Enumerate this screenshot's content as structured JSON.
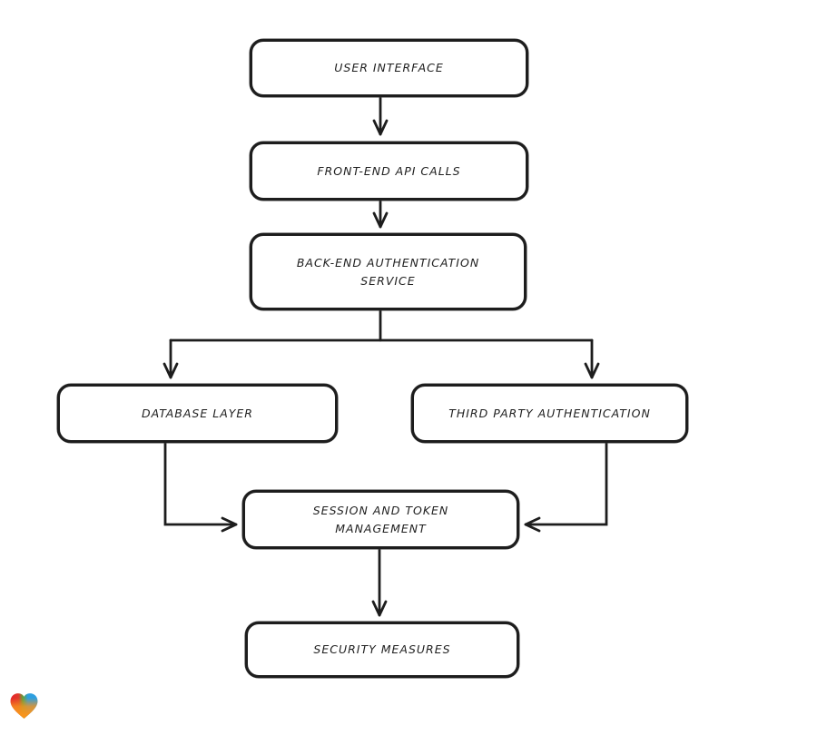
{
  "diagram": {
    "background": "#ffffff",
    "stroke_color": "#1d1d1d",
    "text_color": "#1f1f1f",
    "nodes": [
      {
        "id": "user-interface",
        "label": "USER INTERFACE"
      },
      {
        "id": "front-end-api-calls",
        "label": "FRONT-END API CALLS"
      },
      {
        "id": "back-end-authentication-service",
        "label": "BACK-END AUTHENTICATION SERVICE"
      },
      {
        "id": "database-layer",
        "label": "DATABASE LAYER"
      },
      {
        "id": "third-party-authentication",
        "label": "THIRD PARTY AUTHENTICATION"
      },
      {
        "id": "session-and-token-management",
        "label": "SESSION AND TOKEN MANAGEMENT"
      },
      {
        "id": "security-measures",
        "label": "SECURITY MEASURES"
      }
    ],
    "edges": [
      {
        "from": "user-interface",
        "to": "front-end-api-calls"
      },
      {
        "from": "front-end-api-calls",
        "to": "back-end-authentication-service"
      },
      {
        "from": "back-end-authentication-service",
        "to": "database-layer"
      },
      {
        "from": "back-end-authentication-service",
        "to": "third-party-authentication"
      },
      {
        "from": "database-layer",
        "to": "session-and-token-management"
      },
      {
        "from": "third-party-authentication",
        "to": "session-and-token-management"
      },
      {
        "from": "session-and-token-management",
        "to": "security-measures"
      }
    ],
    "logo": {
      "name": "heart-logo",
      "colors": {
        "red": "#e5242b",
        "green": "#5ea33c",
        "blue": "#2d9fe0",
        "orange": "#f7941d"
      }
    }
  }
}
